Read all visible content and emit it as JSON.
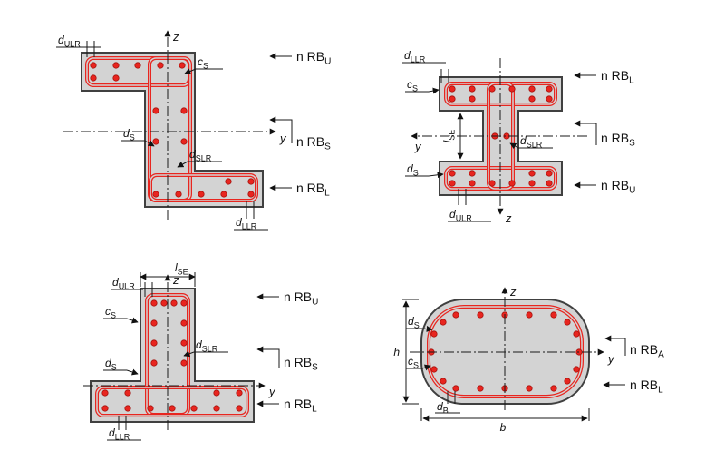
{
  "colors": {
    "concrete": "#d3d3d3",
    "outline": "#404040",
    "reinforcement_red": "#e8251f"
  },
  "z_section": {
    "d_ulr": {
      "b": "d",
      "s": "ULR"
    },
    "c_s": {
      "b": "c",
      "s": "S"
    },
    "d_s": {
      "b": "d",
      "s": "S"
    },
    "d_slr": {
      "b": "d",
      "s": "SLR"
    },
    "d_llr": {
      "b": "d",
      "s": "LLR"
    },
    "axis_z": "z",
    "axis_y": "y",
    "rb_u": {
      "b": "n RB",
      "s": "U"
    },
    "rb_s": {
      "b": "n RB",
      "s": "S"
    },
    "rb_l": {
      "b": "n RB",
      "s": "L"
    }
  },
  "i_section": {
    "d_llr": {
      "b": "d",
      "s": "LLR"
    },
    "c_s": {
      "b": "c",
      "s": "S"
    },
    "l_se": {
      "b": "l",
      "s": "SE"
    },
    "d_slr": {
      "b": "d",
      "s": "SLR"
    },
    "d_s": {
      "b": "d",
      "s": "S"
    },
    "d_ulr": {
      "b": "d",
      "s": "ULR"
    },
    "axis_y": "y",
    "axis_z": "z",
    "rb_l": {
      "b": "n RB",
      "s": "L"
    },
    "rb_s": {
      "b": "n RB",
      "s": "S"
    },
    "rb_u": {
      "b": "n RB",
      "s": "U"
    }
  },
  "t_section": {
    "l_se": {
      "b": "l",
      "s": "SE"
    },
    "d_ulr": {
      "b": "d",
      "s": "ULR"
    },
    "c_s": {
      "b": "c",
      "s": "S"
    },
    "d_slr": {
      "b": "d",
      "s": "SLR"
    },
    "d_s": {
      "b": "d",
      "s": "S"
    },
    "d_llr": {
      "b": "d",
      "s": "LLR"
    },
    "axis_z": "z",
    "axis_y": "y",
    "rb_u": {
      "b": "n RB",
      "s": "U"
    },
    "rb_s": {
      "b": "n RB",
      "s": "S"
    },
    "rb_l": {
      "b": "n RB",
      "s": "L"
    }
  },
  "oblong_section": {
    "d_s": {
      "b": "d",
      "s": "S"
    },
    "h": "h",
    "c_s": {
      "b": "c",
      "s": "S"
    },
    "d_b": {
      "b": "d",
      "s": "B"
    },
    "b": "b",
    "axis_z": "z",
    "axis_y": "y",
    "rb_a": {
      "b": "n RB",
      "s": "A"
    },
    "rb_l": {
      "b": "n RB",
      "s": "L"
    }
  }
}
